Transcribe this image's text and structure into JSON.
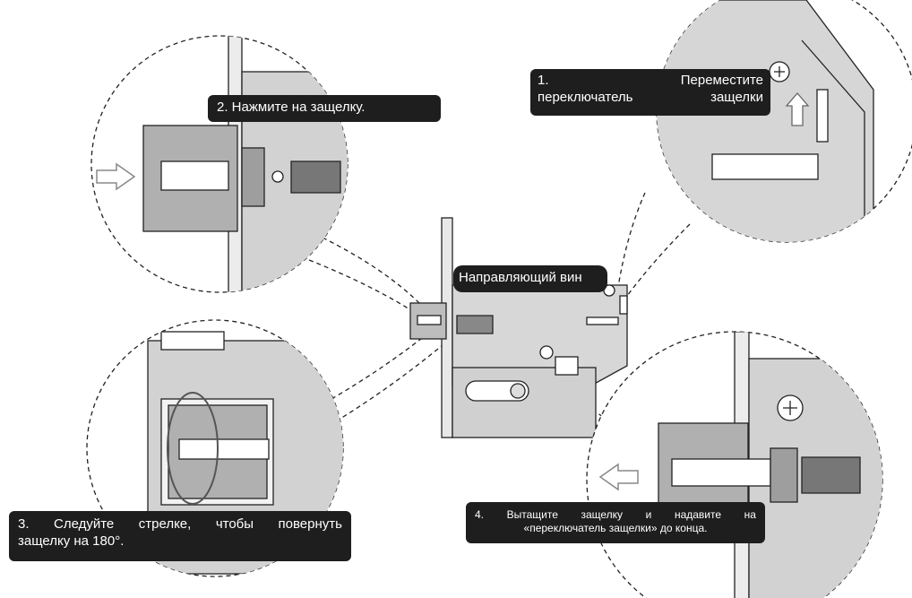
{
  "callouts": {
    "step1": {
      "number": "1.",
      "word": "Переместите",
      "line2a": "переключатель",
      "line2b": "защелки"
    },
    "step2": {
      "text": "2. Нажмите на защелку."
    },
    "step3": {
      "line1a": "3.",
      "line1b": "Следуйте",
      "line1c": "стрелке,",
      "line1d": "чтобы",
      "line1e": "повернуть",
      "line2": "защелку на 180°."
    },
    "step4": {
      "line1a": "4.",
      "line1b": "Вытащите",
      "line1c": "защелку",
      "line1d": "и",
      "line1e": "надавите",
      "line1f": "на",
      "line2": "«переключатель защелки» до конца."
    },
    "guide_screw": {
      "text": "Направляющий вин"
    }
  },
  "colors": {
    "line": "#222222",
    "metal": "#c8c8c8",
    "metal_dark": "#9a9a9a",
    "callout_bg": "#1e1e1e"
  }
}
